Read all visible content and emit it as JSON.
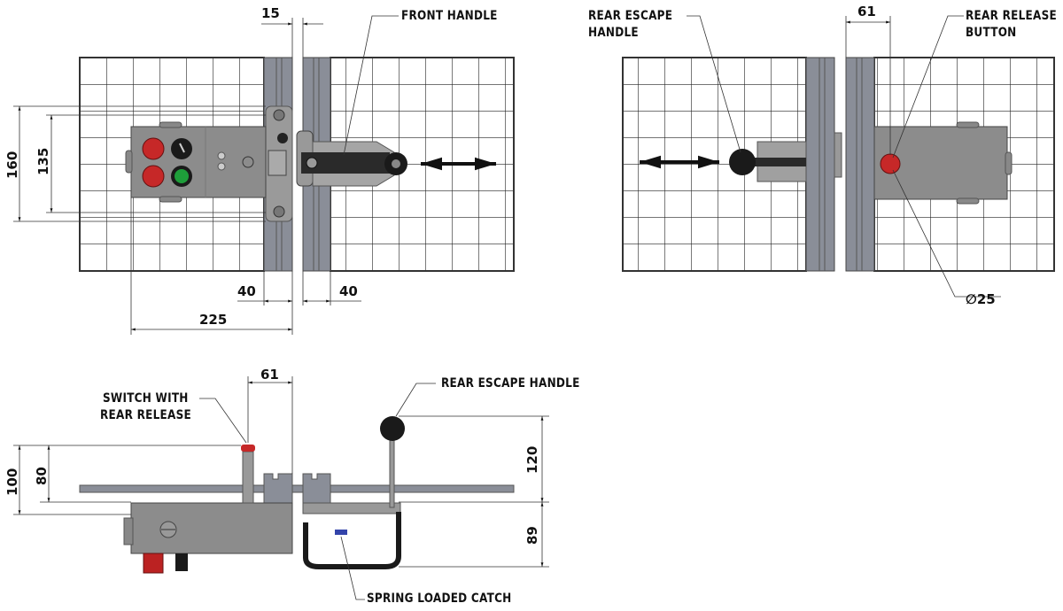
{
  "labels": {
    "front_handle": "FRONT HANDLE",
    "rear_escape_handle_top_1": "REAR ESCAPE",
    "rear_escape_handle_top_2": "HANDLE",
    "rear_release_button_1": "REAR RELEASE",
    "rear_release_button_2": "BUTTON",
    "switch_with_rear_release_1": "SWITCH WITH",
    "switch_with_rear_release_2": "REAR RELEASE",
    "rear_escape_handle_side": "REAR ESCAPE HANDLE",
    "spring_loaded_catch": "SPRING LOADED CATCH"
  },
  "dimensions": {
    "gap_front": "15",
    "height_outer": "160",
    "height_inner": "135",
    "post_left": "40",
    "post_right": "40",
    "switch_length": "225",
    "rear_offset": "61",
    "button_diameter": "∅25",
    "side_offset": "61",
    "side_height_outer": "100",
    "side_height_inner": "80",
    "handle_height": "120",
    "handle_depth": "89"
  },
  "colors": {
    "post": "#8a8e98",
    "body": "#8c8c8c",
    "red": "#c62828",
    "green": "#1e9e3a",
    "dark": "#1a1a1a"
  }
}
